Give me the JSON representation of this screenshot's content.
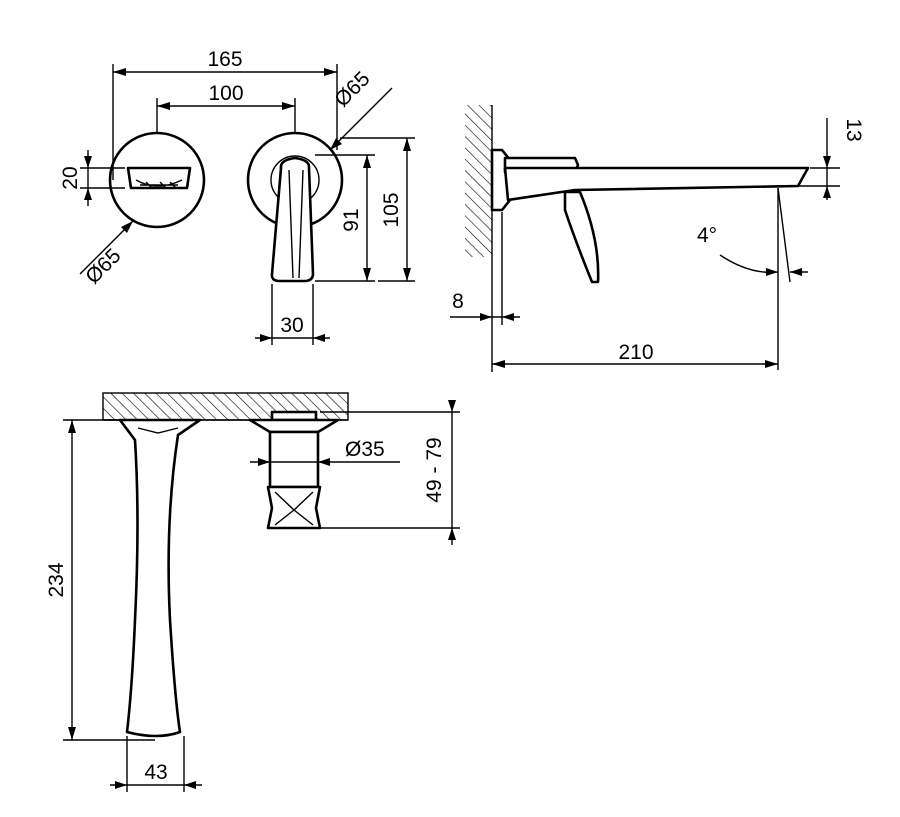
{
  "dimensions": {
    "overall_width": "165",
    "center_distance": "100",
    "diameter_right_rosette": "Ø65",
    "diameter_left_rosette": "Ø65",
    "handle_height": "20",
    "lever_height": "91",
    "lever_total_height": "105",
    "lever_width": "30",
    "spout_thickness": "13",
    "spout_angle": "4°",
    "wall_offset": "8",
    "spout_projection": "210",
    "body_diameter": "Ø35",
    "install_depth": "49 - 79",
    "spout_length": "234",
    "spout_width": "43"
  }
}
